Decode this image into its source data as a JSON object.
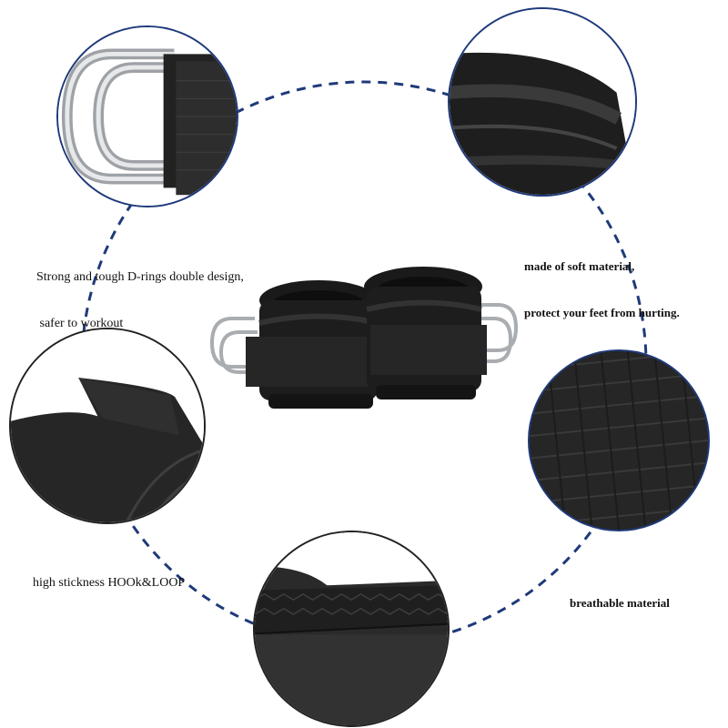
{
  "colors": {
    "ring": "#1f3a7a",
    "strap": "#1b1b1b",
    "fabric": "#2a2a2a",
    "metal": "#c7c9cc",
    "background": "#ffffff",
    "text": "#111111"
  },
  "features": [
    {
      "id": "d-rings",
      "icon": "d-ring-icon",
      "caption_line1": "Strong and tough D-rings double design,",
      "caption_line2": " safer to workout"
    },
    {
      "id": "soft-material",
      "icon": "padded-cuff-icon",
      "caption_line1": "made of soft material,",
      "caption_line2": "protect your feet from hurting."
    },
    {
      "id": "hook-loop",
      "icon": "velcro-flap-icon",
      "caption_line1": "high stickness HOOk&LOOP"
    },
    {
      "id": "breathable",
      "icon": "knit-fabric-icon",
      "caption_line1": "breathable material"
    },
    {
      "id": "stitching",
      "icon": "stitched-edge-icon"
    }
  ],
  "product": {
    "name": "ankle-strap-pair",
    "count": 2
  }
}
